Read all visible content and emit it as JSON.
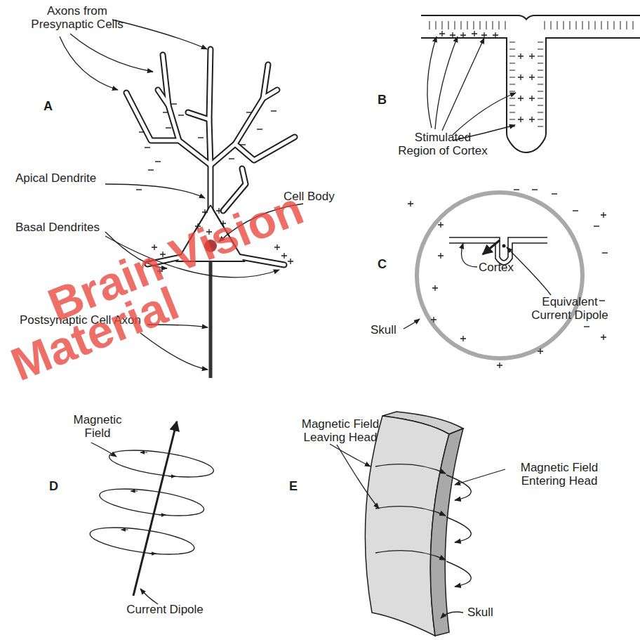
{
  "diagram": {
    "labels": [
      "Axons from Presynaptic Cells",
      "A",
      "Apical Dendrite",
      "Basal Dendrites",
      "Cell Body",
      "Postsynaptic Cell Axon",
      "B",
      "Stimulated Region of Cortex",
      "C",
      "Cortex",
      "Equivalent Current Dipole",
      "Skull",
      "D",
      "Magnetic Field",
      "Current Dipole",
      "E",
      "Magnetic Field Leaving Head",
      "Magnetic Field Entering Head",
      "Skull",
      "Brain Vision",
      "Material"
    ]
  }
}
